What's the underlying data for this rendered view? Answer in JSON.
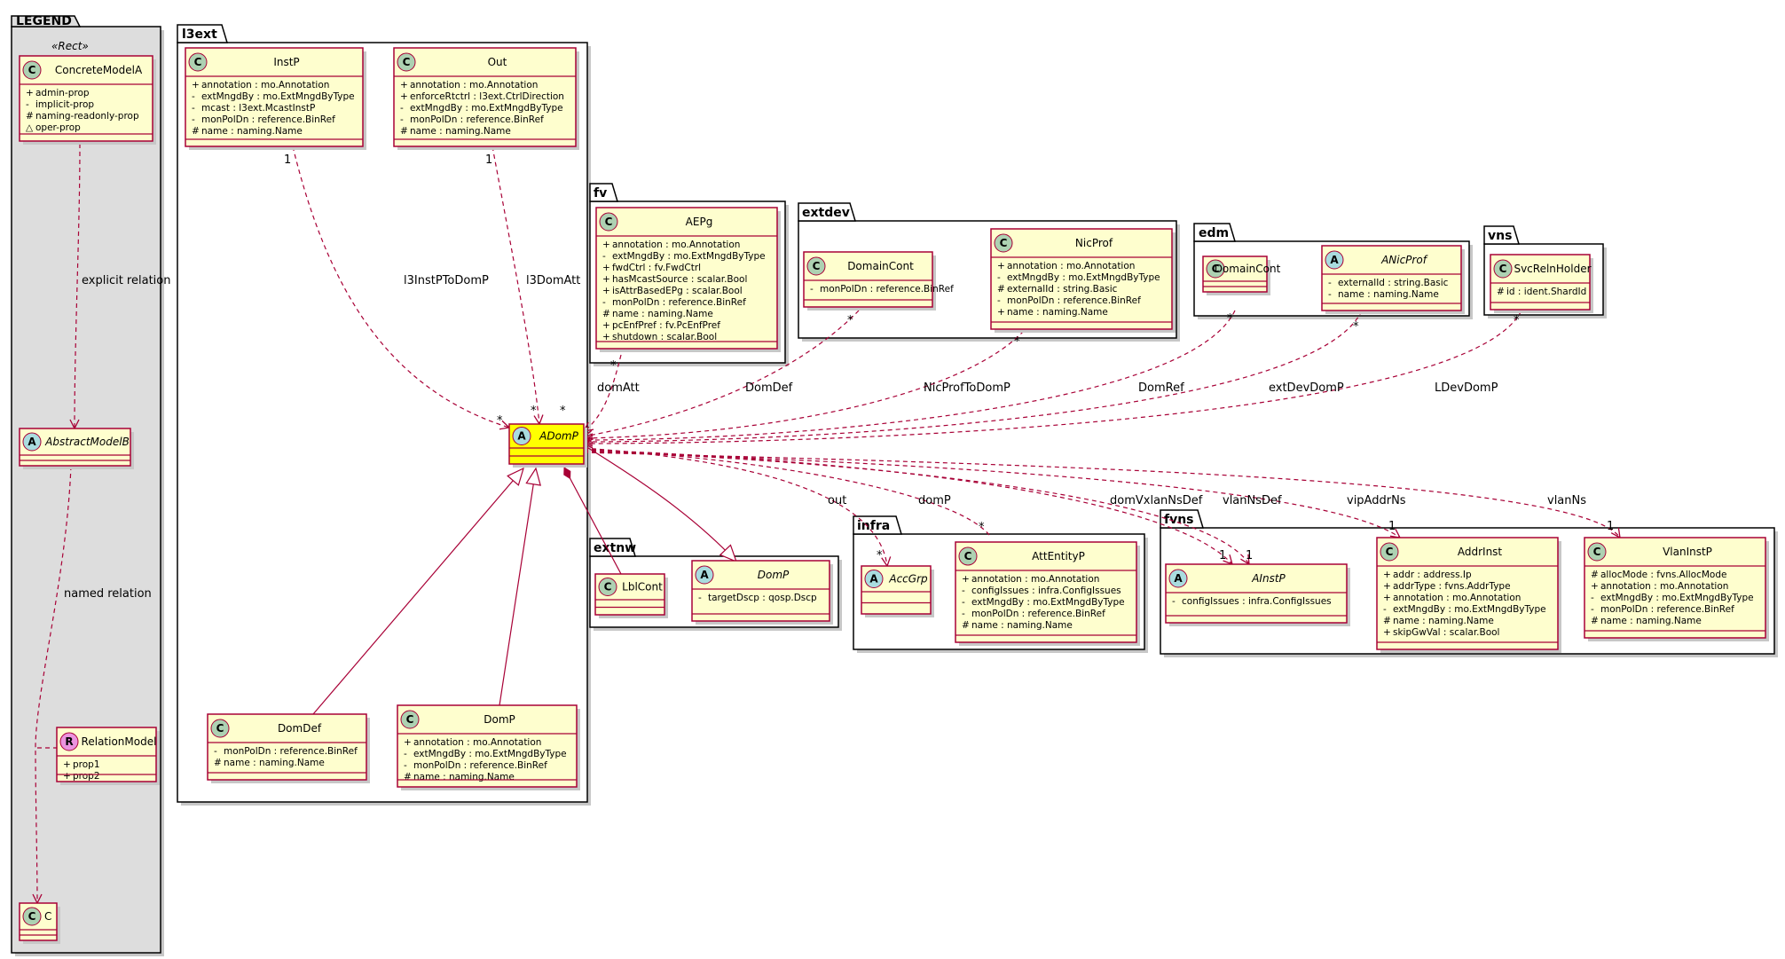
{
  "packages": {
    "legend": "LEGEND",
    "l3ext": "l3ext",
    "fv": "fv",
    "extdev": "extdev",
    "edm": "edm",
    "vns": "vns",
    "extnw": "extnw",
    "infra": "infra",
    "fvns": "fvns"
  },
  "legend": {
    "stereotype": "«Rect»",
    "concrete": {
      "glyph": "C",
      "name": "ConcreteModelA",
      "members": [
        {
          "vis": "+",
          "text": "admin-prop"
        },
        {
          "vis": "-",
          "text": "implicit-prop"
        },
        {
          "vis": "#",
          "text": "naming-readonly-prop"
        },
        {
          "vis": "△",
          "text": "oper-prop"
        }
      ]
    },
    "abstract": {
      "glyph": "A",
      "name": "AbstractModelB"
    },
    "relation": {
      "glyph": "R",
      "name": "RelationModel",
      "members": [
        {
          "vis": "+",
          "text": "prop1"
        },
        {
          "vis": "+",
          "text": "prop2"
        }
      ]
    },
    "c": {
      "glyph": "C",
      "name": "C"
    },
    "explicit_label": "explicit relation",
    "named_label": "named relation"
  },
  "classes": {
    "instp": {
      "glyph": "C",
      "name": "InstP",
      "members": [
        {
          "vis": "+",
          "text": "annotation : mo.Annotation"
        },
        {
          "vis": "-",
          "text": "extMngdBy : mo.ExtMngdByType"
        },
        {
          "vis": "-",
          "text": "mcast : l3ext.McastInstP"
        },
        {
          "vis": "-",
          "text": "monPolDn : reference.BinRef"
        },
        {
          "vis": "#",
          "text": "name : naming.Name"
        }
      ]
    },
    "out": {
      "glyph": "C",
      "name": "Out",
      "members": [
        {
          "vis": "+",
          "text": "annotation : mo.Annotation"
        },
        {
          "vis": "+",
          "text": "enforceRtctrl : l3ext.CtrlDirection"
        },
        {
          "vis": "-",
          "text": "extMngdBy : mo.ExtMngdByType"
        },
        {
          "vis": "-",
          "text": "monPolDn : reference.BinRef"
        },
        {
          "vis": "#",
          "text": "name : naming.Name"
        }
      ]
    },
    "adomp": {
      "glyph": "A",
      "name": "ADomP"
    },
    "l3_domdef": {
      "glyph": "C",
      "name": "DomDef",
      "members": [
        {
          "vis": "-",
          "text": "monPolDn : reference.BinRef"
        },
        {
          "vis": "#",
          "text": "name : naming.Name"
        }
      ]
    },
    "l3_domp": {
      "glyph": "C",
      "name": "DomP",
      "members": [
        {
          "vis": "+",
          "text": "annotation : mo.Annotation"
        },
        {
          "vis": "-",
          "text": "extMngdBy : mo.ExtMngdByType"
        },
        {
          "vis": "-",
          "text": "monPolDn : reference.BinRef"
        },
        {
          "vis": "#",
          "text": "name : naming.Name"
        }
      ]
    },
    "aepg": {
      "glyph": "C",
      "name": "AEPg",
      "members": [
        {
          "vis": "+",
          "text": "annotation : mo.Annotation"
        },
        {
          "vis": "-",
          "text": "extMngdBy : mo.ExtMngdByType"
        },
        {
          "vis": "+",
          "text": "fwdCtrl : fv.FwdCtrl"
        },
        {
          "vis": "+",
          "text": "hasMcastSource : scalar.Bool"
        },
        {
          "vis": "+",
          "text": "isAttrBasedEPg : scalar.Bool"
        },
        {
          "vis": "-",
          "text": "monPolDn : reference.BinRef"
        },
        {
          "vis": "#",
          "text": "name : naming.Name"
        },
        {
          "vis": "+",
          "text": "pcEnfPref : fv.PcEnfPref"
        },
        {
          "vis": "+",
          "text": "shutdown : scalar.Bool"
        }
      ]
    },
    "extdev_domaincont": {
      "glyph": "C",
      "name": "DomainCont",
      "members": [
        {
          "vis": "-",
          "text": "monPolDn : reference.BinRef"
        }
      ]
    },
    "nicprof": {
      "glyph": "C",
      "name": "NicProf",
      "members": [
        {
          "vis": "+",
          "text": "annotation : mo.Annotation"
        },
        {
          "vis": "-",
          "text": "extMngdBy : mo.ExtMngdByType"
        },
        {
          "vis": "#",
          "text": "externalId : string.Basic"
        },
        {
          "vis": "-",
          "text": "monPolDn : reference.BinRef"
        },
        {
          "vis": "+",
          "text": "name : naming.Name"
        }
      ]
    },
    "edm_domaincont": {
      "glyph": "C",
      "name": "DomainCont"
    },
    "anicprof": {
      "glyph": "A",
      "name": "ANicProf",
      "members": [
        {
          "vis": "-",
          "text": "externalId : string.Basic"
        },
        {
          "vis": "-",
          "text": "name : naming.Name"
        }
      ]
    },
    "svcrelnholder": {
      "glyph": "C",
      "name": "SvcRelnHolder",
      "members": [
        {
          "vis": "#",
          "text": "id : ident.ShardId"
        }
      ]
    },
    "lblcont": {
      "glyph": "C",
      "name": "LblCont"
    },
    "extnw_domp": {
      "glyph": "A",
      "name": "DomP",
      "members": [
        {
          "vis": "-",
          "text": "targetDscp : qosp.Dscp"
        }
      ]
    },
    "accgrp": {
      "glyph": "A",
      "name": "AccGrp"
    },
    "attentityp": {
      "glyph": "C",
      "name": "AttEntityP",
      "members": [
        {
          "vis": "+",
          "text": "annotation : mo.Annotation"
        },
        {
          "vis": "-",
          "text": "configIssues : infra.ConfigIssues"
        },
        {
          "vis": "-",
          "text": "extMngdBy : mo.ExtMngdByType"
        },
        {
          "vis": "-",
          "text": "monPolDn : reference.BinRef"
        },
        {
          "vis": "#",
          "text": "name : naming.Name"
        }
      ]
    },
    "ainstp": {
      "glyph": "A",
      "name": "AInstP",
      "members": [
        {
          "vis": "-",
          "text": "configIssues : infra.ConfigIssues"
        }
      ]
    },
    "addrinst": {
      "glyph": "C",
      "name": "AddrInst",
      "members": [
        {
          "vis": "+",
          "text": "addr : address.Ip"
        },
        {
          "vis": "+",
          "text": "addrType : fvns.AddrType"
        },
        {
          "vis": "+",
          "text": "annotation : mo.Annotation"
        },
        {
          "vis": "-",
          "text": "extMngdBy : mo.ExtMngdByType"
        },
        {
          "vis": "#",
          "text": "name : naming.Name"
        },
        {
          "vis": "+",
          "text": "skipGwVal : scalar.Bool"
        }
      ]
    },
    "vlaninstp": {
      "glyph": "C",
      "name": "VlanInstP",
      "members": [
        {
          "vis": "#",
          "text": "allocMode : fvns.AllocMode"
        },
        {
          "vis": "+",
          "text": "annotation : mo.Annotation"
        },
        {
          "vis": "-",
          "text": "extMngdBy : mo.ExtMngdByType"
        },
        {
          "vis": "-",
          "text": "monPolDn : reference.BinRef"
        },
        {
          "vis": "#",
          "text": "name : naming.Name"
        }
      ]
    }
  },
  "relations": {
    "l3InstPToDomP": "l3InstPToDomP",
    "l3DomAtt": "l3DomAtt",
    "domAtt": "domAtt",
    "DomDef": "DomDef",
    "NicProfToDomP": "NicProfToDomP",
    "DomRef": "DomRef",
    "extDevDomP": "extDevDomP",
    "LDevDomP": "LDevDomP",
    "out": "out",
    "domP": "domP",
    "domVxlanNsDef": "domVxlanNsDef",
    "vlanNsDef": "vlanNsDef",
    "vipAddrNs": "vipAddrNs",
    "vlanNs": "vlanNs"
  },
  "multiplicity": {
    "one": "1",
    "many": "*"
  },
  "colors": {
    "class_fill": "#FEFECE",
    "border": "#A80036",
    "highlight_fill": "#FFFF00",
    "legend_fill": "#DDDDDD",
    "concrete_glyph": "#ADD1B2",
    "abstract_glyph": "#A9DCDF",
    "relation_glyph": "#EB93DF",
    "shadow": "#C7C7C7"
  }
}
